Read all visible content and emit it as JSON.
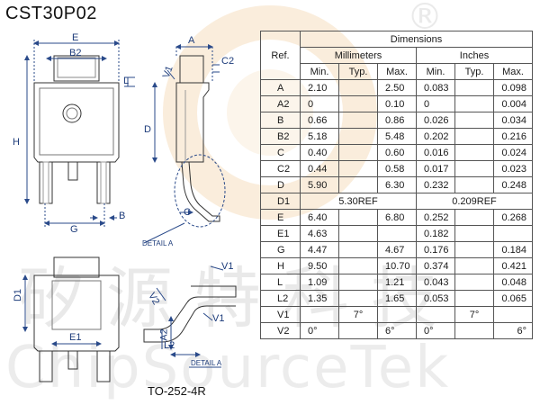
{
  "title": "CST30P02",
  "package_label": "TO-252-4R",
  "watermark": {
    "brand": "ChipSourceTek",
    "chinese": "矽源特科技",
    "registered": "®"
  },
  "drawing_labels": {
    "E": "E",
    "B2": "B2",
    "L": "L",
    "H": "H",
    "G": "G",
    "B": "B",
    "A": "A",
    "C2": "C2",
    "V1": "V1",
    "D": "D",
    "C": "C",
    "detail_a": "DETAIL A",
    "D1": "D1",
    "E1": "E1",
    "V2": "V2",
    "A2": "A2",
    "L2": "L2"
  },
  "table": {
    "header_ref": "Ref.",
    "header_dimensions": "Dimensions",
    "header_mm": "Millimeters",
    "header_in": "Inches",
    "subheaders": [
      "Min.",
      "Typ.",
      "Max.",
      "Min.",
      "Typ.",
      "Max."
    ],
    "rows": [
      {
        "ref": "A",
        "mm_min": "2.10",
        "mm_typ": "",
        "mm_max": "2.50",
        "in_min": "0.083",
        "in_typ": "",
        "in_max": "0.098"
      },
      {
        "ref": "A2",
        "mm_min": "0",
        "mm_typ": "",
        "mm_max": "0.10",
        "in_min": "0",
        "in_typ": "",
        "in_max": "0.004"
      },
      {
        "ref": "B",
        "mm_min": "0.66",
        "mm_typ": "",
        "mm_max": "0.86",
        "in_min": "0.026",
        "in_typ": "",
        "in_max": "0.034"
      },
      {
        "ref": "B2",
        "mm_min": "5.18",
        "mm_typ": "",
        "mm_max": "5.48",
        "in_min": "0.202",
        "in_typ": "",
        "in_max": "0.216"
      },
      {
        "ref": "C",
        "mm_min": "0.40",
        "mm_typ": "",
        "mm_max": "0.60",
        "in_min": "0.016",
        "in_typ": "",
        "in_max": "0.024"
      },
      {
        "ref": "C2",
        "mm_min": "0.44",
        "mm_typ": "",
        "mm_max": "0.58",
        "in_min": "0.017",
        "in_typ": "",
        "in_max": "0.023"
      },
      {
        "ref": "D",
        "mm_min": "5.90",
        "mm_typ": "",
        "mm_max": "6.30",
        "in_min": "0.232",
        "in_typ": "",
        "in_max": "0.248"
      },
      {
        "ref": "D1",
        "mm_ref": "5.30REF",
        "in_ref": "0.209REF"
      },
      {
        "ref": "E",
        "mm_min": "6.40",
        "mm_typ": "",
        "mm_max": "6.80",
        "in_min": "0.252",
        "in_typ": "",
        "in_max": "0.268"
      },
      {
        "ref": "E1",
        "mm_min": "4.63",
        "mm_typ": "",
        "mm_max": "",
        "in_min": "0.182",
        "in_typ": "",
        "in_max": ""
      },
      {
        "ref": "G",
        "mm_min": "4.47",
        "mm_typ": "",
        "mm_max": "4.67",
        "in_min": "0.176",
        "in_typ": "",
        "in_max": "0.184"
      },
      {
        "ref": "H",
        "mm_min": "9.50",
        "mm_typ": "",
        "mm_max": "10.70",
        "in_min": "0.374",
        "in_typ": "",
        "in_max": "0.421"
      },
      {
        "ref": "L",
        "mm_min": "1.09",
        "mm_typ": "",
        "mm_max": "1.21",
        "in_min": "0.043",
        "in_typ": "",
        "in_max": "0.048"
      },
      {
        "ref": "L2",
        "mm_min": "1.35",
        "mm_typ": "",
        "mm_max": "1.65",
        "in_min": "0.053",
        "in_typ": "",
        "in_max": "0.065"
      },
      {
        "ref": "V1",
        "mm_min": "",
        "mm_typ": "7°",
        "mm_max": "",
        "in_min": "",
        "in_typ": "7°",
        "in_max": ""
      },
      {
        "ref": "V2",
        "mm_min": "0°",
        "mm_typ": "",
        "mm_max": "6°",
        "in_min": "0°",
        "in_typ": "",
        "in_max": "6°"
      }
    ]
  }
}
